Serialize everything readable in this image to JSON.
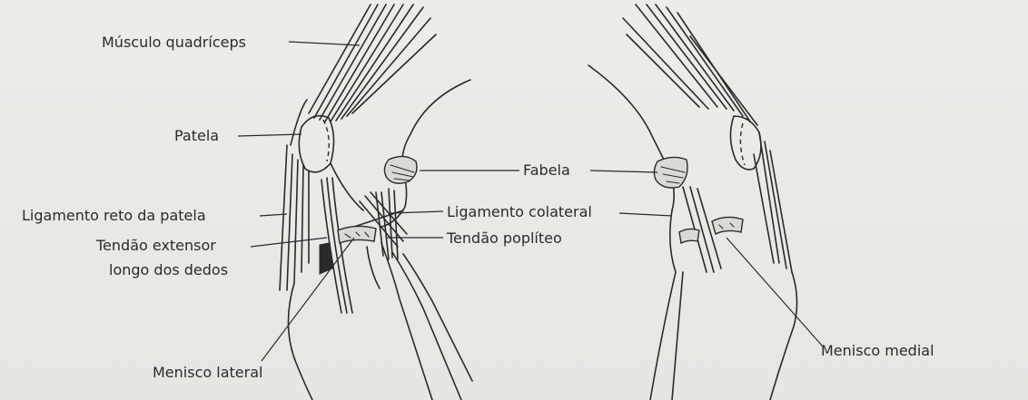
{
  "labels": {
    "quadriceps": "Músculo quadríceps",
    "patela": "Patela",
    "fabela": "Fabela",
    "ligamento_reto": "Ligamento reto da patela",
    "ligamento_colateral": "Ligamento colateral",
    "tendao_extensor_1": "Tendão extensor",
    "tendao_extensor_2": "longo dos dedos",
    "tendao_popliteo": "Tendão poplíteo",
    "menisco_lateral": "Menisco lateral",
    "menisco_medial": "Menisco medial"
  },
  "colors": {
    "ink": "#2a2a2a",
    "paper": "#e9e9e7"
  }
}
